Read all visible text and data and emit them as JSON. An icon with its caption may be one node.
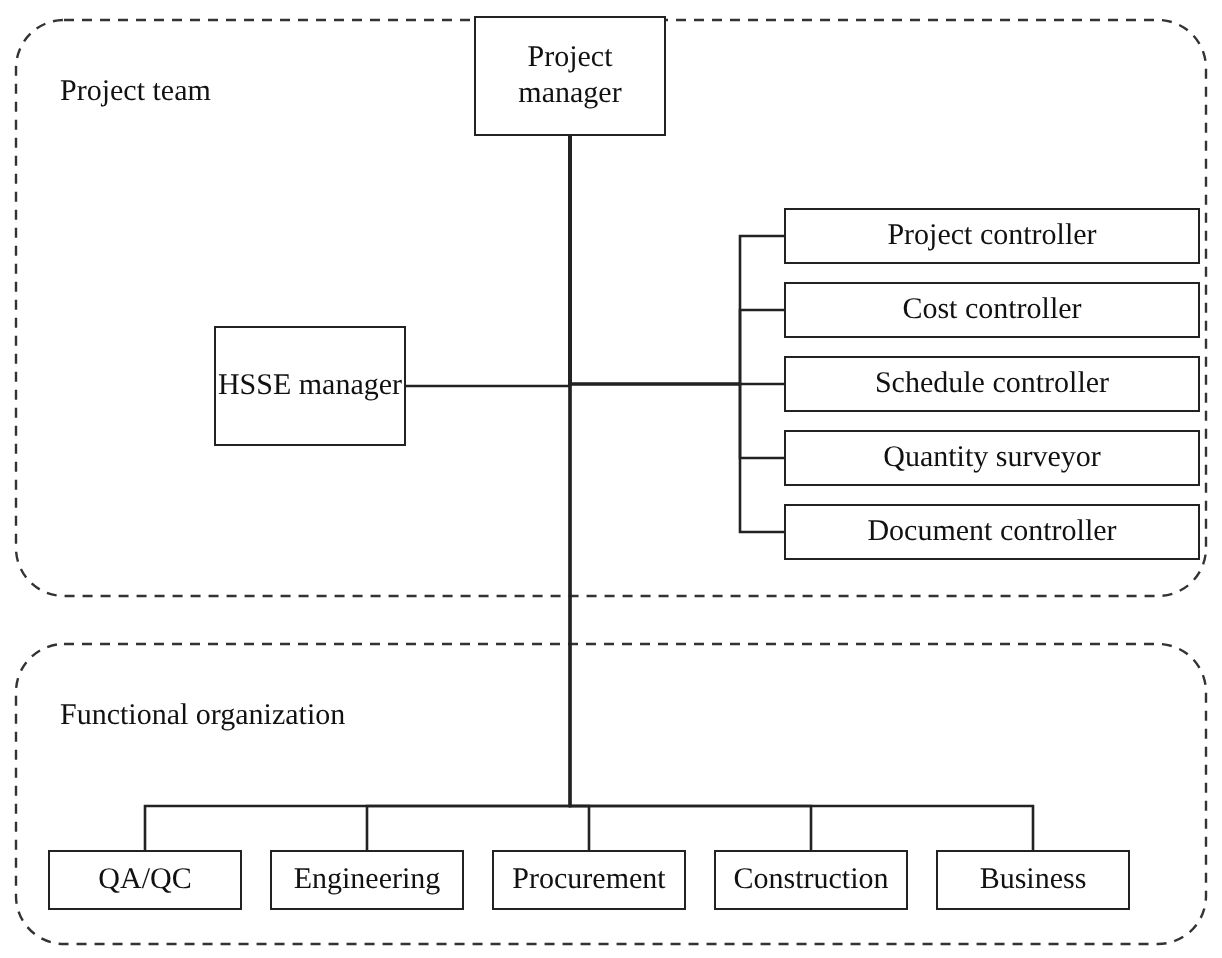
{
  "diagram": {
    "nodes": [
      {
        "text": [
          "Project team"
        ]
      },
      {
        "text": [
          "Project manager"
        ],
        "in": 0
      },
      {
        "text": [
          "HSSE manager"
        ],
        "in": 0
      },
      {
        "text": [
          "Project controller"
        ],
        "in": 0
      },
      {
        "text": [
          "Cost controller"
        ],
        "in": 0
      },
      {
        "text": [
          "Schedule controller"
        ],
        "in": 0
      },
      {
        "text": [
          "Quantity surveyor"
        ],
        "in": 0
      },
      {
        "text": [
          "Document controller"
        ],
        "in": 0
      },
      {
        "text": [
          "Functional organization"
        ]
      },
      {
        "text": [
          "QA/QC"
        ],
        "in": 8
      },
      {
        "text": [
          "Engineering"
        ],
        "in": 8
      },
      {
        "text": [
          "Procurement"
        ],
        "in": 8
      },
      {
        "text": [
          "Construction"
        ],
        "in": 8
      },
      {
        "text": [
          "Business"
        ],
        "in": 8
      }
    ],
    "edges": [
      {
        "from": 1,
        "to": 2,
        "arrow": "none"
      },
      {
        "from": 1,
        "to": 3,
        "arrow": "none"
      },
      {
        "from": 1,
        "to": 4,
        "arrow": "none"
      },
      {
        "from": 1,
        "to": 5,
        "arrow": "none"
      },
      {
        "from": 1,
        "to": 6,
        "arrow": "none"
      },
      {
        "from": 1,
        "to": 7,
        "arrow": "none"
      },
      {
        "from": 1,
        "to": 9,
        "arrow": "none"
      },
      {
        "from": 1,
        "to": 10,
        "arrow": "none"
      },
      {
        "from": 1,
        "to": 11,
        "arrow": "none"
      },
      {
        "from": 1,
        "to": 12,
        "arrow": "none"
      },
      {
        "from": 1,
        "to": 13,
        "arrow": "none"
      }
    ]
  }
}
